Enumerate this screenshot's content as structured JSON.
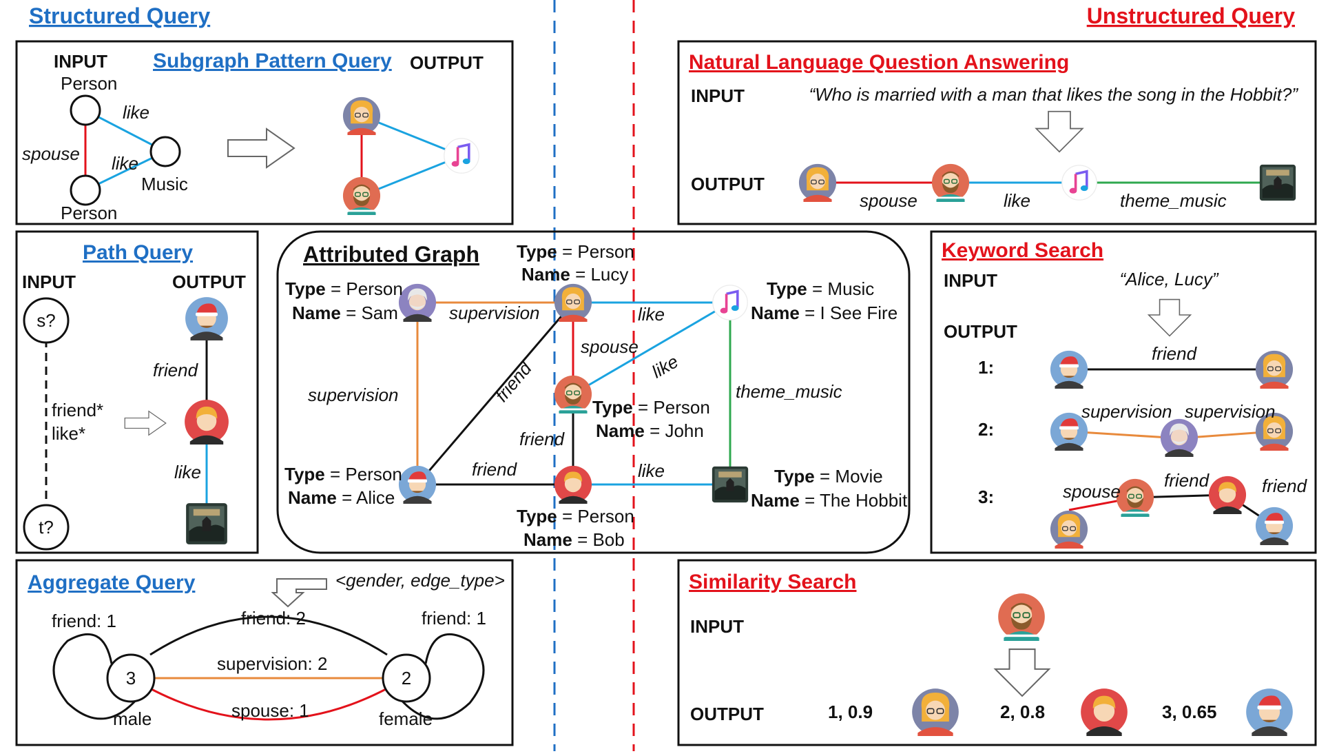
{
  "sections": {
    "structured": "Structured Query",
    "unstructured": "Unstructured Query"
  },
  "subgraph": {
    "title": "Subgraph Pattern Query",
    "input": "INPUT",
    "output": "OUTPUT",
    "person_top": "Person",
    "person_bottom": "Person",
    "music": "Music",
    "like1": "like",
    "like2": "like",
    "spouse": "spouse"
  },
  "path": {
    "title": "Path Query",
    "input": "INPUT",
    "output": "OUTPUT",
    "s": "s?",
    "t": "t?",
    "friend_star": "friend*",
    "like_star": "like*",
    "friend": "friend",
    "like": "like"
  },
  "aggregate": {
    "title": "Aggregate Query",
    "group_by": "<gender, edge_type>",
    "loop_left": "friend: 1",
    "loop_right": "friend: 1",
    "friend_top": "friend: 2",
    "supervision": "supervision: 2",
    "spouse": "spouse: 1",
    "male_count": "3",
    "female_count": "2",
    "male": "male",
    "female": "female"
  },
  "attributed": {
    "title": "Attributed Graph",
    "type_key": "Type",
    "name_key": "Name",
    "nodes": {
      "sam": {
        "type": "= Person",
        "name": "= Sam"
      },
      "lucy": {
        "type": "= Person",
        "name": "= Lucy"
      },
      "music": {
        "type": "= Music",
        "name": "= I See Fire"
      },
      "john": {
        "type": "= Person",
        "name": "= John"
      },
      "alice": {
        "type": "= Person",
        "name": "= Alice"
      },
      "bob": {
        "type": "= Person",
        "name": "= Bob"
      },
      "movie": {
        "type": "= Movie",
        "name": "= The Hobbit"
      }
    },
    "edges": {
      "sam_lucy": "supervision",
      "lucy_music": "like",
      "sam_alice": "supervision",
      "alice_lucy": "friend",
      "lucy_john": "spouse",
      "john_music": "like",
      "music_movie": "theme_music",
      "john_bob": "friend",
      "alice_bob": "friend",
      "bob_movie": "like"
    }
  },
  "nlqa": {
    "title": "Natural Language Question Answering",
    "input": "INPUT",
    "output": "OUTPUT",
    "question": "“Who is married with a man that likes the song in the Hobbit?”",
    "spouse": "spouse",
    "like": "like",
    "theme_music": "theme_music"
  },
  "keyword": {
    "title": "Keyword Search",
    "input": "INPUT",
    "output": "OUTPUT",
    "query": "“Alice, Lucy”",
    "r1": "1:",
    "r2": "2:",
    "r3": "3:",
    "friend1": "friend",
    "supervision_a": "supervision",
    "supervision_b": "supervision",
    "spouse3": "spouse",
    "friend3a": "friend",
    "friend3b": "friend"
  },
  "similarity": {
    "title": "Similarity Search",
    "input": "INPUT",
    "output": "OUTPUT",
    "r1": "1, 0.9",
    "r2": "2, 0.8",
    "r3": "3, 0.65"
  },
  "colors": {
    "blue_title": "#1f6fc4",
    "red_title": "#e3121b",
    "edge_red": "#e3121b",
    "edge_blue": "#1aa3e0",
    "edge_orange": "#e88a3c",
    "edge_green": "#2fa84f",
    "edge_black": "#111111"
  },
  "icons": [
    "woman-avatar-icon",
    "bearded-man-avatar-icon",
    "music-note-icon",
    "hobbit-movie-poster-icon",
    "red-haired-man-avatar-icon",
    "santa-hat-avatar-icon",
    "elderly-man-avatar-icon",
    "arrow-right-icon",
    "arrow-down-icon"
  ]
}
